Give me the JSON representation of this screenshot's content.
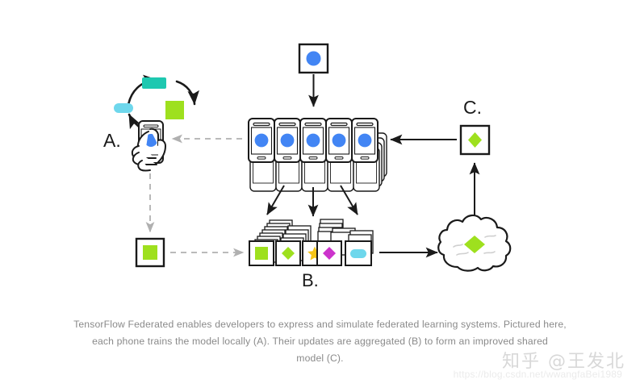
{
  "figure": {
    "title": "TensorFlow Federated learning cycle diagram",
    "background_color": "#ffffff",
    "stroke_color": "#1a1a1a",
    "dashed_color": "#b0b0b0"
  },
  "labels": {
    "a": "A.",
    "b": "B.",
    "c": "C."
  },
  "colors": {
    "blue": "#4285f4",
    "green": "#9ee01e",
    "teal": "#1ec8b0",
    "cyan": "#6ed7ec",
    "magenta": "#cc33cc",
    "amber": "#f5c518",
    "gray_dash": "#b0b0b0",
    "outline": "#1a1a1a"
  },
  "nodes": {
    "global_model_top": {
      "name": "global-model-card",
      "shape": "circle",
      "color": "#4285f4"
    },
    "devices": {
      "name": "phone-fleet",
      "count": 5,
      "shape": "circle",
      "color": "#4285f4"
    },
    "local_training": {
      "name": "on-device-training",
      "shape": "circle",
      "color": "#4285f4"
    },
    "local_update_card": {
      "name": "local-update-card",
      "shape": "square",
      "color": "#9ee01e"
    },
    "cloud": {
      "name": "aggregation-cloud",
      "shape": "diamond",
      "color": "#9ee01e"
    },
    "improved_model": {
      "name": "improved-shared-model-card",
      "shape": "diamond",
      "color": "#9ee01e"
    }
  },
  "update_stacks": [
    {
      "name": "update-stack-green-square",
      "shape": "square",
      "color": "#9ee01e"
    },
    {
      "name": "update-stack-green-diamond",
      "shape": "diamond",
      "color": "#9ee01e"
    },
    {
      "name": "update-stack-amber-star",
      "shape": "star",
      "color": "#f5c518"
    },
    {
      "name": "update-stack-magenta-diamond",
      "shape": "diamond",
      "color": "#cc33cc"
    },
    {
      "name": "update-stack-cyan-pill",
      "shape": "pill",
      "color": "#6ed7ec"
    }
  ],
  "cycle_tokens": [
    {
      "name": "cycle-token-teal-rect",
      "shape": "rect",
      "color": "#1ec8b0"
    },
    {
      "name": "cycle-token-green-square",
      "shape": "square",
      "color": "#9ee01e"
    },
    {
      "name": "cycle-token-cyan-pill",
      "shape": "pill",
      "color": "#6ed7ec"
    }
  ],
  "caption": {
    "line1": "TensorFlow Federated enables developers to express and simulate federated learning systems. Pictured here,",
    "line2": "each phone trains the model locally (A). Their updates are aggregated (B) to form an improved shared",
    "line3": "model (C)."
  },
  "watermark": {
    "handle": "知乎 @王发北",
    "url": "https://blog.csdn.net/wwangfaBei1989"
  }
}
